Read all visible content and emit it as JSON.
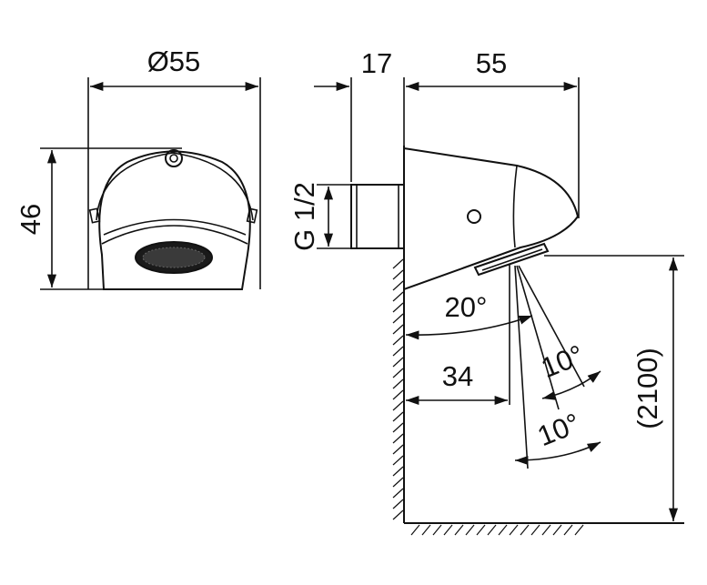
{
  "dimensions": {
    "front_diameter": "Ø55",
    "front_height": "46",
    "wall_offset": "17",
    "body_length": "55",
    "thread": "G 1/2",
    "tilt_angle": "20°",
    "spray_angle_a": "10°",
    "spray_angle_b": "10°",
    "outlet_offset": "34",
    "mount_height": "(2100)"
  }
}
